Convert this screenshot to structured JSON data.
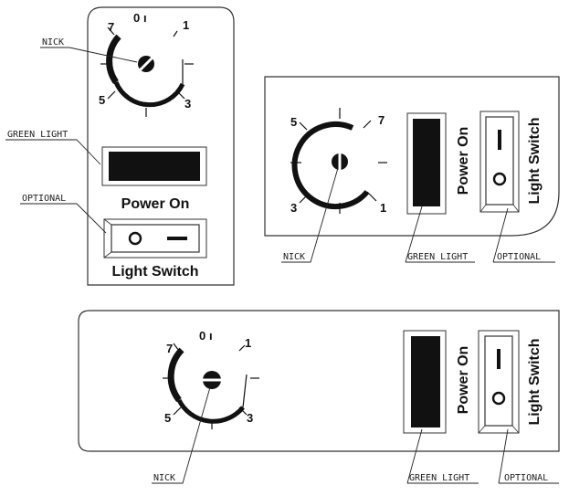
{
  "callouts": {
    "nick": "NICK",
    "green_light": "GREEN LIGHT",
    "optional": "OPTIONAL"
  },
  "labels": {
    "power_on": "Power On",
    "light_switch": "Light Switch"
  },
  "dial": {
    "zero": "0",
    "numbers": [
      "7",
      "5",
      "3",
      "1"
    ]
  },
  "switch": {
    "on_symbol": "I",
    "off_symbol": "O"
  },
  "colors": {
    "ink": "#111111",
    "outline": "#333333",
    "background": "#ffffff"
  },
  "icons": [
    "dial-icon",
    "nick-slot-icon",
    "green-light-lens-icon",
    "rocker-switch-icon"
  ]
}
